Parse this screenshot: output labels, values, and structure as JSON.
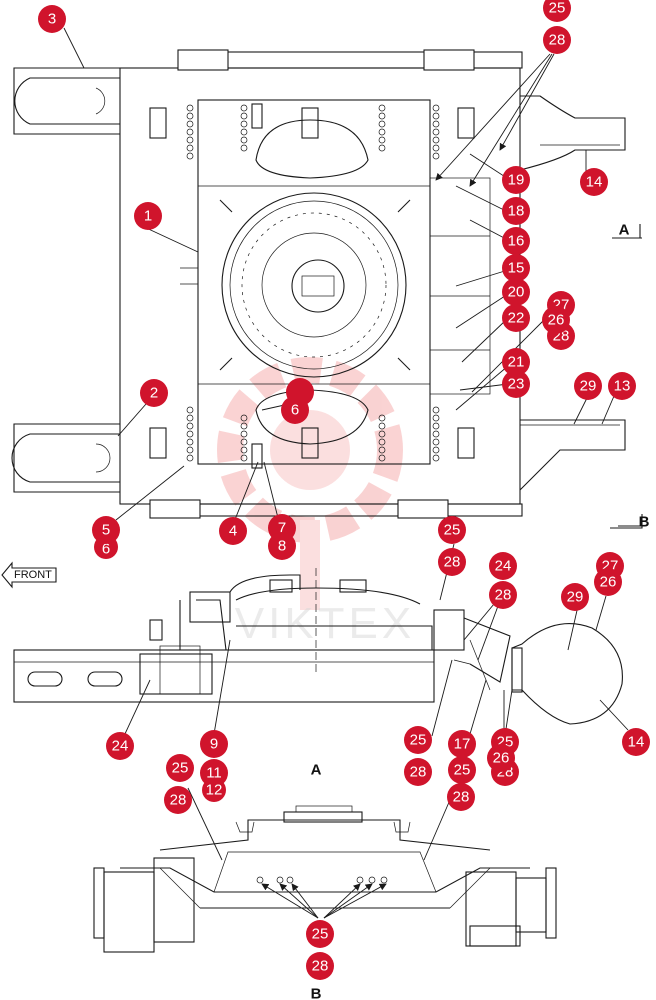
{
  "watermark": {
    "text": "VIKTEX",
    "color": "#f4a6a6"
  },
  "front_label": "FRONT",
  "view_labels": {
    "a": "A",
    "b": "B",
    "a_marker": "A",
    "b_marker": "B"
  },
  "callout_color": "#d0142c",
  "callouts": {
    "c1": "1",
    "c2": "2",
    "c3": "3",
    "c4": "4",
    "c5": "5",
    "c6": "6",
    "c7": "7",
    "c8": "8",
    "c9": "9",
    "c11": "11",
    "c12": "12",
    "c13": "13",
    "c14": "14",
    "c15": "15",
    "c16": "16",
    "c17": "17",
    "c18": "18",
    "c19": "19",
    "c20": "20",
    "c21": "21",
    "c22": "22",
    "c23": "23",
    "c24": "24",
    "c25": "25",
    "c26": "26",
    "c27": "27",
    "c28": "28",
    "c29": "29"
  }
}
